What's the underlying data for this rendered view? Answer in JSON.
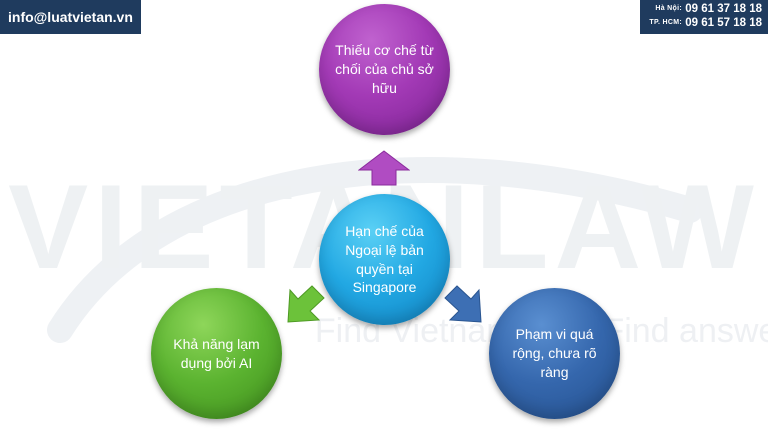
{
  "header": {
    "email": "info@luatvietan.vn",
    "phones": [
      {
        "label": "Hà Nội:",
        "number": "09 61 37 18 18"
      },
      {
        "label": "TP. HCM:",
        "number": "09 61 57 18 18"
      }
    ]
  },
  "watermark": {
    "brand": "VIETANLAW",
    "slogan": "Find Vietnam Law. Find answers."
  },
  "diagram": {
    "center": "Hạn chế của Ngoại lệ bản quyền tại Singapore",
    "top": "Thiếu cơ chế từ chối của chủ sở hữu",
    "left": "Khả năng lạm dụng bởi AI",
    "right": "Phạm vi quá rộng, chưa rõ ràng"
  },
  "colors": {
    "header_bg": "#1f3b5e",
    "center": "#22a8e3",
    "top": "#a33ab6",
    "left": "#5bb330",
    "right": "#3567ad"
  }
}
